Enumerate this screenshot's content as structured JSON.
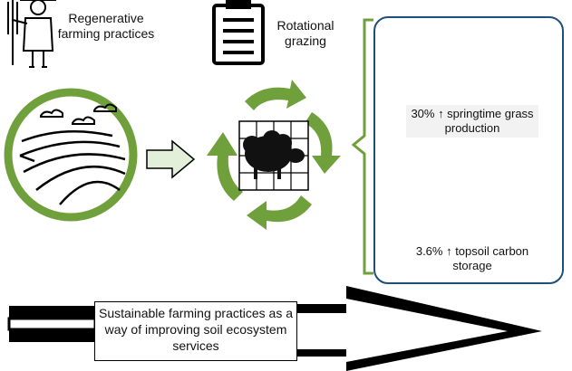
{
  "labels": {
    "regenerative": "Regenerative farming practices",
    "rotational": "Rotational grazing",
    "stat_grass": "30% ↑ springtime grass production",
    "stat_carbon": "3.6% ↑ topsoil carbon storage",
    "sustainable": "Sustainable farming practices as a way of improving soil ecosystem services"
  },
  "icons": {
    "farmer": "farmer-icon",
    "field": "field-icon",
    "clipboard": "clipboard-icon",
    "sheep": "sheep-icon",
    "grass": "grass-icon",
    "soil": "soil-icon"
  },
  "colors": {
    "green": "#70a03c",
    "light_green": "#e2efd9",
    "panel_border": "#1f4e79",
    "soil": "#c9762b"
  }
}
